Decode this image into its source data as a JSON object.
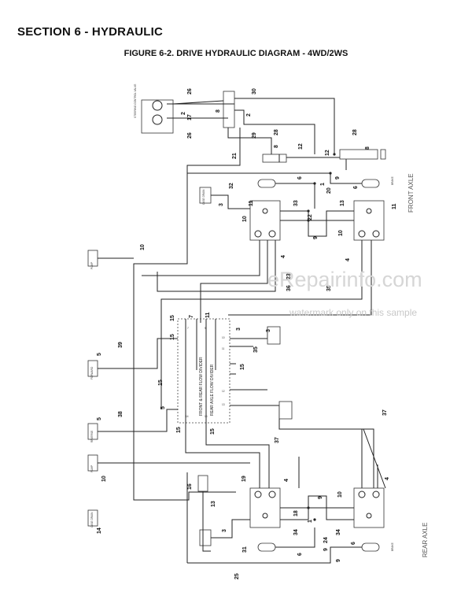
{
  "section_title": "SECTION 6 - HYDRAULIC",
  "figure_title": "FIGURE 6-2. DRIVE HYDRAULIC DIAGRAM - 4WD/2WS",
  "watermark": {
    "main": "eRepairinfo.com",
    "sub": "watermark only on this sample"
  },
  "axle_labels": {
    "front": "FRONT AXLE",
    "rear": "REAR AXLE"
  },
  "divider_labels": {
    "front_rear": "FRONT & REAR FLOW DIVIDER",
    "rear_axle": "REAR AXLE FLOW DIVIDER"
  },
  "port_labels": {
    "p1": "7",
    "p2": "9",
    "p3": "10",
    "p4": "11",
    "p5": "12",
    "p6": "13",
    "p7": "14",
    "p8": "15"
  },
  "callouts": {
    "n26a": "26",
    "n30": "30",
    "n2a": "2",
    "n17": "17",
    "n8a": "8",
    "n2b": "2",
    "n26b": "26",
    "n29": "29",
    "n28a": "28",
    "n28b": "28",
    "n8b": "8",
    "n12a": "12",
    "n12b": "12",
    "n8c": "8",
    "n21": "21",
    "n6a": "6",
    "n9a": "9",
    "n6b": "6",
    "n32": "32",
    "n1a": "1",
    "n20": "20",
    "n3a": "3",
    "n11a": "11",
    "n33": "33",
    "n13a": "13",
    "n11b": "11",
    "n22": "22",
    "n10a": "10",
    "n9b": "9",
    "n10b": "10",
    "n4a": "4",
    "n4b": "4",
    "n10c": "10",
    "n36": "36",
    "n23": "23",
    "n35a": "35",
    "n15a": "15",
    "n7": "7",
    "n11c": "11",
    "n3b": "3",
    "n3c": "3",
    "n35b": "35",
    "n39": "39",
    "n5a": "5",
    "n15b": "15",
    "n15c": "15",
    "n15d": "15",
    "n5b": "5",
    "n38": "38",
    "n5c": "5",
    "n37a": "37",
    "n15e": "15",
    "n15f": "15",
    "n37b": "37",
    "n10d": "10",
    "n19": "19",
    "n4c": "4",
    "n4d": "4",
    "n16": "16",
    "n10e": "10",
    "n9c": "9",
    "n13b": "13",
    "n18": "18",
    "n1b": "1",
    "n14": "14",
    "n3d": "3",
    "n34a": "34",
    "n34b": "34",
    "n24": "24",
    "n9d": "9",
    "n6c": "6",
    "n31": "31",
    "n6d": "6",
    "n25": "25",
    "n9e": "9"
  },
  "colors": {
    "line": "#222222",
    "watermark": "#d6d6d6"
  }
}
